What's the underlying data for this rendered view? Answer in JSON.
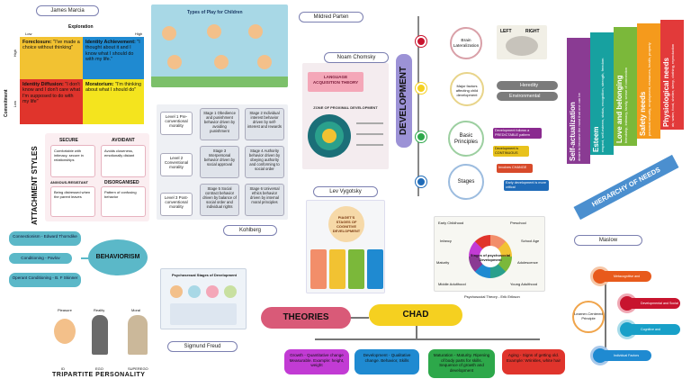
{
  "marcia": {
    "tag": "James Marcia",
    "exploration": "Exploration",
    "commitment": "Commitment",
    "low": "Low",
    "high": "High",
    "foreclosure": {
      "title": "Foreclosure:",
      "text": "\"I've made a choice without thinking\""
    },
    "achievement": {
      "title": "Identity Achievement:",
      "text": "\"I thought about it and I know what I should do with my life.\""
    },
    "diffusion": {
      "title": "Identity Diffusion:",
      "text": "\"I don't know and I don't care what I'm supposed to do with my life\""
    },
    "moratorium": {
      "title": "Moratorium:",
      "text": "\"I'm thinking about what I should do\""
    },
    "colors": {
      "foreclosure": "#f2c232",
      "achievement": "#1f8ad1",
      "diffusion": "#e0342c",
      "moratorium": "#f4e41e"
    }
  },
  "play": {
    "title": "Types of Play for Children"
  },
  "parten": {
    "tag": "Mildred Parten"
  },
  "chomsky": {
    "tag": "Noam Chomsky",
    "lad": "LANGUAGE ACQUISITION THEORY",
    "zpd": "ZONE OF PROXIMAL DEVELOPMENT"
  },
  "vygotsky": {
    "tag": "Lev Vygotsky"
  },
  "kohlberg": {
    "tag": "Kohlberg",
    "levels": [
      {
        "label": "Level 1 Pre-conventional morality"
      },
      {
        "label": "Level 2 Conventional morality"
      },
      {
        "label": "Level 3 Post-conventional morality"
      }
    ],
    "stages": [
      "Stage 1 Obedience and punishment behavior driven by avoiding punishment",
      "Stage 2 Individual interest behavior driven by self-interest and rewards",
      "Stage 3 Interpersonal behavior driven by social approval",
      "Stage 4 Authority behavior driven by obeying authority and conforming to social order",
      "Stage 5 Social contract behavior driven by balance of social order and individual rights",
      "Stage 6 Universal ethics behavior driven by internal moral principles"
    ]
  },
  "attachment": {
    "title": "ATTACHMENT STYLES",
    "secure": "SECURE",
    "avoidant": "AVOIDANT",
    "anxious": "ANXIOUS-RESISTANT",
    "disorganised": "DISORGANISED",
    "secure_desc": "Comfortable with intimacy, secure in relationships",
    "avoidant_desc": "Avoids closeness, emotionally distant",
    "anxious_desc": "Being distressed when the parent leaves",
    "disorganised_desc": "Pattern of confusing behavior"
  },
  "behaviorism": {
    "center": "BEHAVIORISM",
    "items": [
      "Connectionism - Edward Thorndike",
      "Conditioning - Pavlov",
      "Operant Conditioning - B. F Skinner"
    ]
  },
  "freud": {
    "tag": "Sigmund Freud",
    "chart_title": "Psychosexual Stages of Development",
    "tripartite": "TRIPARTITE PERSONALITY",
    "pleasure": "Pleasure",
    "reality": "Reality",
    "moral": "Moral",
    "id": "ID",
    "ego": "EGO",
    "superego": "SUPEREGO"
  },
  "theories": {
    "label": "THEORIES",
    "color": "#d95a78"
  },
  "chad": {
    "label": "CHAD",
    "color": "#f5d020",
    "principles": [
      {
        "text": "Growth - Quantitative change Measurable. Example: height, weight",
        "color": "#c23bd4"
      },
      {
        "text": "Development - Qualitative change. Behavior, Skills",
        "color": "#1f8ad1"
      },
      {
        "text": "Maturation - Maturity. Ripening of body parts for skills. Sequence of growth and development",
        "color": "#2da84a"
      },
      {
        "text": "Aging - Signs of getting old. Example: Wrinkles, white hair",
        "color": "#e0342c"
      }
    ]
  },
  "development": {
    "title": "DEVELOPMENT",
    "brain": "Brain Lateralization",
    "left": "LEFT",
    "right": "RIGHT",
    "major": "Major factors affecting child development",
    "heredity": "Heredity",
    "environmental": "Environmental",
    "basic": "Basic Principles",
    "stages": "Stages",
    "basic_items": [
      "Development follows a PREDICTABLE pattern",
      "Development is CONTINUOUS",
      "Involves CHANGE",
      "Early development is more critical"
    ],
    "erikson_caption": "Psychosocial Theory - Erik Erikson",
    "erikson_title": "Stages of psychosocial Development",
    "erikson_stages": [
      "Early Childhood",
      "Preschool",
      "School Age",
      "Adolescence",
      "Young Adulthood",
      "Middle Adulthood",
      "Maturity",
      "Infancy"
    ]
  },
  "maslow": {
    "tag": "Maslow",
    "hierarchy": "HIERARCHY OF NEEDS",
    "levels": [
      {
        "name": "Self-actualization",
        "desc": "desire to become the most that one can be",
        "color": "#8a3b93"
      },
      {
        "name": "Esteem",
        "desc": "respect, self-esteem, status, recognition, strength, freedom",
        "color": "#17a1a0"
      },
      {
        "name": "Love and belonging",
        "desc": "friendship, intimacy, family, sense of connection",
        "color": "#7bb83a"
      },
      {
        "name": "Safety needs",
        "desc": "personal security, employment, resources, health, property",
        "color": "#f59a1c"
      },
      {
        "name": "Physiological needs",
        "desc": "air, water, food, shelter, sleep, clothing, reproduction",
        "color": "#e23a3a"
      }
    ]
  },
  "learner": {
    "center": "Learner-Centered Principle",
    "items": [
      {
        "text": "Metacognitive and Cognitive",
        "color": "#e85a1c"
      },
      {
        "text": "Developmental and Social",
        "color": "#c8142e"
      },
      {
        "text": "Cognitive and Metacognitive",
        "color": "#18a0c8"
      },
      {
        "text": "Individual Factors",
        "color": "#1f8ad1"
      }
    ]
  },
  "piaget": {
    "title": "PIAGET'S STAGES OF COGNITIVE DEVELOPMENT"
  }
}
